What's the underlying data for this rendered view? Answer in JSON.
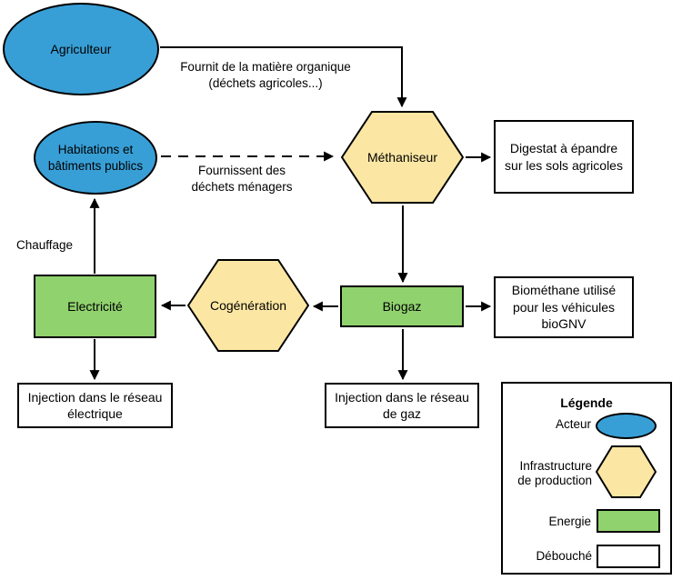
{
  "diagram_title": "",
  "colors": {
    "actor_blue": "#389FD6",
    "infra_yellow": "#FBE7A3",
    "energy_green": "#90D26E",
    "outline_black": "#000000",
    "background_white": "#FFFFFF"
  },
  "nodes": {
    "agriculteur": {
      "label": "Agriculteur",
      "type": "acteur"
    },
    "habitations": {
      "line1": "Habitations et",
      "line2": "bâtiments publics",
      "type": "acteur"
    },
    "methaniseur": {
      "label": "Méthaniseur",
      "type": "infrastructure"
    },
    "cogeneration": {
      "label": "Cogénération",
      "type": "infrastructure"
    },
    "electricite": {
      "label": "Electricité",
      "type": "energie"
    },
    "biogaz": {
      "label": "Biogaz",
      "type": "energie"
    },
    "digestat": {
      "line1": "Digestat à épandre",
      "line2": "sur les sols agricoles",
      "type": "debouche"
    },
    "biomethane": {
      "line1": "Biométhane utilisé",
      "line2": "pour les véhicules",
      "line3": "bioGNV",
      "type": "debouche"
    },
    "injection_electrique": {
      "line1": "Injection dans le réseau",
      "line2": "électrique",
      "type": "debouche"
    },
    "injection_gaz": {
      "line1": "Injection dans le réseau",
      "line2": "de gaz",
      "type": "debouche"
    }
  },
  "edge_labels": {
    "fournit": {
      "line1": "Fournit de la matière organique",
      "line2": "(déchets agricoles...)"
    },
    "fournissent": {
      "line1": "Fournissent des",
      "line2": "déchets ménagers"
    },
    "chauffage": "Chauffage"
  },
  "edges": [
    {
      "from": "Agriculteur",
      "to": "Méthaniseur",
      "label": "Fournit de la matière organique (déchets agricoles...)",
      "style": "solid"
    },
    {
      "from": "Habitations et bâtiments publics",
      "to": "Méthaniseur",
      "label": "Fournissent des déchets ménagers",
      "style": "dashed"
    },
    {
      "from": "Méthaniseur",
      "to": "Digestat à épandre sur les sols agricoles",
      "style": "solid"
    },
    {
      "from": "Méthaniseur",
      "to": "Biogaz",
      "style": "solid"
    },
    {
      "from": "Biogaz",
      "to": "Biométhane utilisé pour les véhicules bioGNV",
      "style": "solid"
    },
    {
      "from": "Biogaz",
      "to": "Cogénération",
      "style": "solid"
    },
    {
      "from": "Cogénération",
      "to": "Electricité",
      "style": "solid"
    },
    {
      "from": "Electricité",
      "to": "Habitations et bâtiments publics",
      "label": "Chauffage",
      "style": "solid"
    },
    {
      "from": "Electricité",
      "to": "Injection dans le réseau électrique",
      "style": "solid"
    },
    {
      "from": "Biogaz",
      "to": "Injection dans le réseau de gaz",
      "style": "solid"
    }
  ],
  "legend": {
    "title": "Légende",
    "actor_label": "Acteur",
    "infra_label_line1": "Infrastructure",
    "infra_label_line2": "de production",
    "energy_label": "Energie",
    "outlet_label": "Débouché"
  }
}
